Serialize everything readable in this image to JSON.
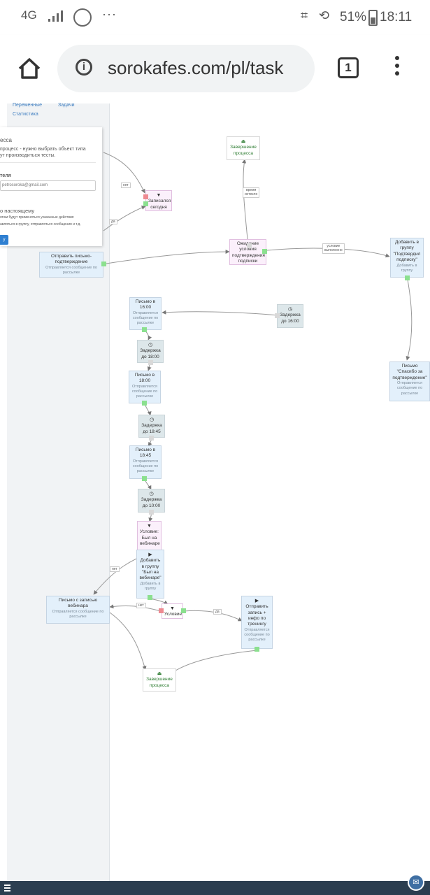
{
  "status_bar": {
    "network": "4G",
    "dots": "···",
    "battery": "51%",
    "time": "18:11",
    "icons": [
      "signal-icon",
      "messenger-icon",
      "cast-icon",
      "rotate-icon",
      "battery-icon"
    ]
  },
  "browser": {
    "url": "sorokafes.com/pl/task",
    "tab_count": "1",
    "icons": [
      "home-icon",
      "info-icon",
      "tabs-icon",
      "more-vert-icon"
    ]
  },
  "topnav": {
    "variables": "Переменные",
    "tasks": "Задачи",
    "stats": "Статистика"
  },
  "panel": {
    "title": "есса",
    "desc1": "процесс - нужно выбрать объект типа",
    "desc2": "ут производиться тесты.",
    "email_label": "теля",
    "email_value": "petrosoroka@gmail.com",
    "mode_label": "о настоящему",
    "note1": "отам будут применяться указанные действия",
    "note2": "авляться в группу, отправляться сообщения и т.д.",
    "button": "у"
  },
  "nodes": {
    "end1": "Завершение процесса",
    "cond1": "Записался сегодня",
    "wait": "Ожидание условия подтверждения подписки",
    "send_confirm": "Отправить письмо-подтверждение",
    "send_confirm_sub": "Отправляется сообщение по рассылке",
    "add_group": "Добавить в группу \"Подтвердил подписку\"",
    "add_group_sub": "Добавить в группу",
    "thanks": "Письмо \"Спасибо за подтверждение\"",
    "thanks_sub": "Отправляется сообщение по рассылке",
    "letter16": "Письмо в 16:00",
    "letter16_sub": "Отправляется сообщение по рассылке",
    "delay16_right": "Задержка до 16:00",
    "delay18": "Задержка до 18:00",
    "letter18": "Письмо в 18:00",
    "letter18_sub": "Отправляется сообщение по рассылке",
    "delay1845": "Задержка до 18:45",
    "letter1845": "Письмо в 18:45",
    "letter1845_sub": "Отправляется сообщение по рассылке",
    "delay10": "Задержка до 10:00",
    "cond_webinar": "Условие: Был на вебинаре",
    "add_webinar": "Добавить в группу \"Был на вебинаре\"",
    "add_webinar_sub": "Добавить в группу",
    "rec_letter": "Письмо с записью вебинара",
    "rec_letter_sub": "Отправляется сообщение по рассылке",
    "cond2": "Условие",
    "send_rec": "Отправить запись + инфо по тренингу",
    "send_rec_sub": "Отправляется сообщение по рассылке",
    "end2": "Завершение процесса"
  },
  "labels": {
    "no": "нет",
    "yes": "да",
    "timeout1": "время",
    "timeout2": "истекло",
    "condition1": "условие",
    "condition2": "выполнено"
  },
  "colors": {
    "action_bg": "#e3f0fb",
    "delay_bg": "#dde7ea",
    "condition_bg": "#fbf0fb",
    "end_text": "#2e7d32",
    "port_yes": "#8be08f",
    "port_no": "#ee8a92",
    "bottom_bar": "#2c3e50"
  }
}
